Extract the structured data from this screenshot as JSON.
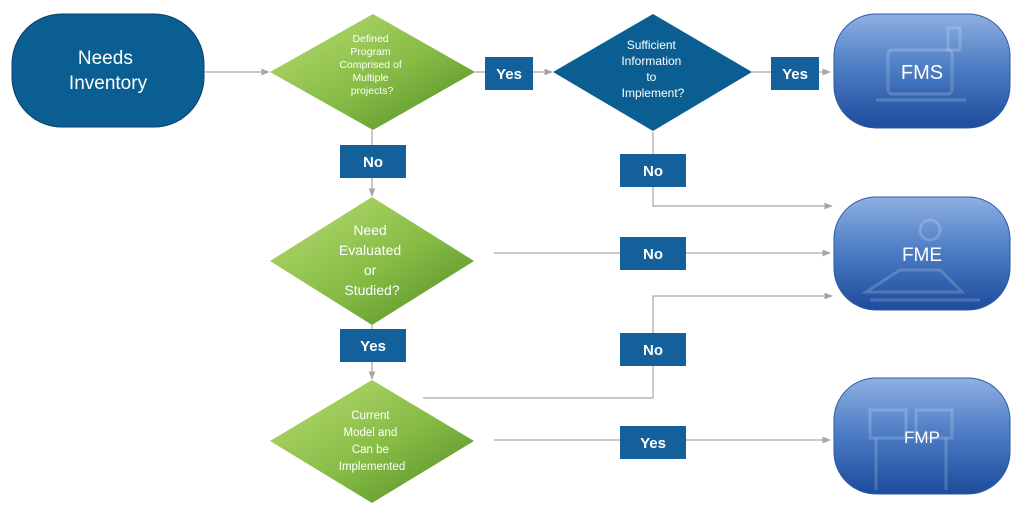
{
  "nodes": {
    "needs_inventory": {
      "lines": [
        "Needs",
        "Inventory"
      ]
    },
    "defined_program": {
      "lines": [
        "Defined",
        "Program",
        "Comprised of",
        "Multiple",
        "projects?"
      ]
    },
    "sufficient_info": {
      "lines": [
        "Sufficient",
        "Information",
        "to",
        "Implement?"
      ]
    },
    "need_evaluated": {
      "lines": [
        "Need",
        "Evaluated",
        "or",
        "Studied?"
      ]
    },
    "current_model": {
      "lines": [
        "Current",
        "Model and",
        "Can be",
        "Implemented"
      ]
    },
    "fms": {
      "label": "FMS"
    },
    "fme": {
      "label": "FME"
    },
    "fmp": {
      "label": "FMP"
    }
  },
  "edge_labels": {
    "program_yes": "Yes",
    "program_no": "No",
    "info_yes": "Yes",
    "info_no": "No",
    "evaluated_no": "No",
    "evaluated_yes": "Yes",
    "model_no": "No",
    "model_yes": "Yes"
  },
  "colors": {
    "dark_blue": "#0b5e92",
    "tag_blue": "#13609a",
    "green_light": "#a9d361",
    "green_dark": "#5e9a2c",
    "terminal_light": "#7e9fd8",
    "terminal_dark": "#1f4f9e",
    "arrow_gray": "#a6a6a6"
  }
}
